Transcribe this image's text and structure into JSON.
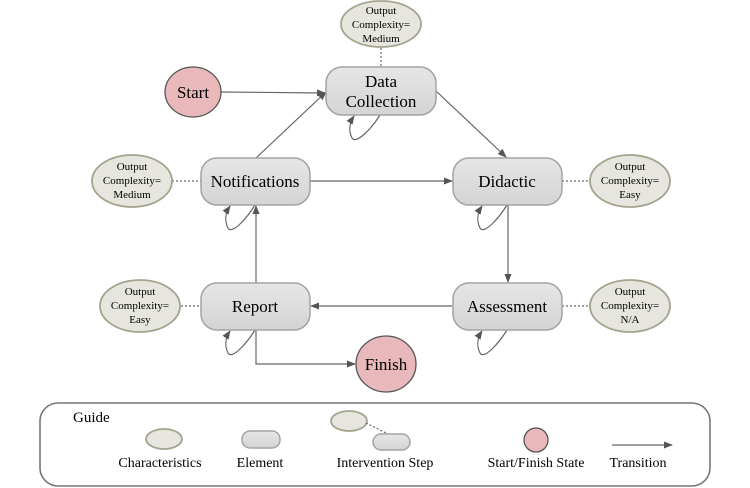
{
  "nodes": {
    "start": {
      "label": "Start"
    },
    "finish": {
      "label": "Finish"
    },
    "data_collection": {
      "label_line1": "Data",
      "label_line2": "Collection"
    },
    "notifications": {
      "label": "Notifications"
    },
    "didactic": {
      "label": "Didactic"
    },
    "assessment": {
      "label": "Assessment"
    },
    "report": {
      "label": "Report"
    }
  },
  "characteristics": {
    "data_collection": {
      "line1": "Output",
      "line2": "Complexity=",
      "line3": "Medium"
    },
    "notifications": {
      "line1": "Output",
      "line2": "Complexity=",
      "line3": "Medium"
    },
    "didactic": {
      "line1": "Output",
      "line2": "Complexity=",
      "line3": "Easy"
    },
    "assessment": {
      "line1": "Output",
      "line2": "Complexity=",
      "line3": "N/A"
    },
    "report": {
      "line1": "Output",
      "line2": "Complexity=",
      "line3": "Easy"
    }
  },
  "edges": [
    {
      "from": "Start",
      "to": "Data Collection"
    },
    {
      "from": "Data Collection",
      "to": "Didactic"
    },
    {
      "from": "Notifications",
      "to": "Data Collection"
    },
    {
      "from": "Notifications",
      "to": "Didactic"
    },
    {
      "from": "Didactic",
      "to": "Assessment"
    },
    {
      "from": "Assessment",
      "to": "Report"
    },
    {
      "from": "Report",
      "to": "Notifications"
    },
    {
      "from": "Report",
      "to": "Finish"
    },
    {
      "from": "Data Collection",
      "to": "Data Collection"
    },
    {
      "from": "Notifications",
      "to": "Notifications"
    },
    {
      "from": "Didactic",
      "to": "Didactic"
    },
    {
      "from": "Assessment",
      "to": "Assessment"
    },
    {
      "from": "Report",
      "to": "Report"
    }
  ],
  "legend": {
    "title": "Guide",
    "characteristics": "Characteristics",
    "element": "Element",
    "intervention_step": "Intervention Step",
    "state": "Start/Finish State",
    "transition": "Transition"
  },
  "colors": {
    "element_fill": "#dcdcdc",
    "characteristic_fill": "#e6e6df",
    "state_fill": "#e8b8bb",
    "edge": "#666666"
  }
}
